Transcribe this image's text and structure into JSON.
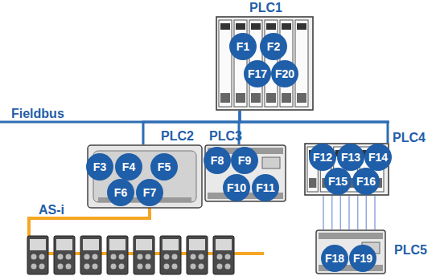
{
  "diagram": {
    "nodes": [
      {
        "text": [
          "PLC1"
        ]
      },
      {
        "text": [
          "F1"
        ],
        "in": 0
      },
      {
        "text": [
          "F2"
        ],
        "in": 0
      },
      {
        "text": [
          "F17"
        ],
        "in": 0
      },
      {
        "text": [
          "F20"
        ],
        "in": 0
      },
      {
        "text": [
          "PLC2"
        ]
      },
      {
        "text": [
          "F3"
        ],
        "in": 5
      },
      {
        "text": [
          "F4"
        ],
        "in": 5
      },
      {
        "text": [
          "F5"
        ],
        "in": 5
      },
      {
        "text": [
          "F6"
        ],
        "in": 5
      },
      {
        "text": [
          "F7"
        ],
        "in": 5
      },
      {
        "text": [
          "PLC3"
        ]
      },
      {
        "text": [
          "F8"
        ],
        "in": 11
      },
      {
        "text": [
          "F9"
        ],
        "in": 11
      },
      {
        "text": [
          "F10"
        ],
        "in": 11
      },
      {
        "text": [
          "F11"
        ],
        "in": 11
      },
      {
        "text": [
          "PLC4"
        ]
      },
      {
        "text": [
          "F12"
        ],
        "in": 16
      },
      {
        "text": [
          "F13"
        ],
        "in": 16
      },
      {
        "text": [
          "F14"
        ],
        "in": 16
      },
      {
        "text": [
          "F15"
        ],
        "in": 16
      },
      {
        "text": [
          "F16"
        ],
        "in": 16
      },
      {
        "text": [
          "PLC5"
        ]
      },
      {
        "text": [
          "F18"
        ],
        "in": 22
      },
      {
        "text": [
          "F19"
        ],
        "in": 22
      }
    ],
    "edges": [
      {
        "from": 0,
        "to": 5,
        "arrow": "none"
      },
      {
        "from": 0,
        "to": 11,
        "arrow": "none"
      },
      {
        "from": 0,
        "to": 16,
        "arrow": "none"
      },
      {
        "from": 16,
        "to": 22,
        "arrow": "none"
      }
    ],
    "labels": [
      "Fieldbus",
      "AS-i"
    ]
  }
}
